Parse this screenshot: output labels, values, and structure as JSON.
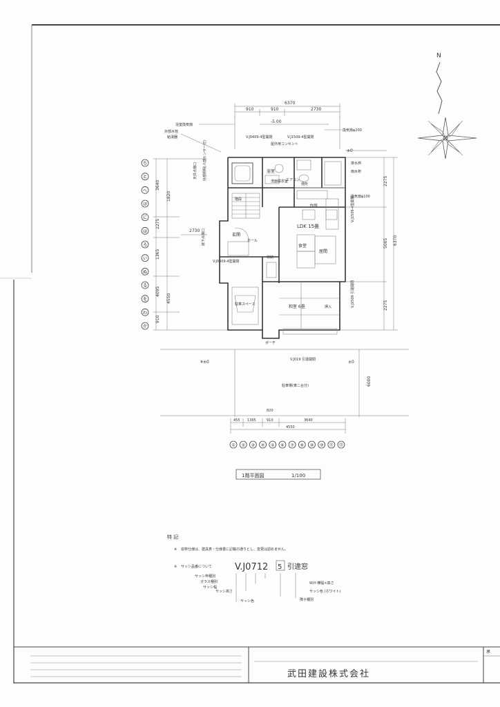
{
  "north_label": "N",
  "dims": {
    "top_total": "6370",
    "top_a": "910",
    "top_b": "910",
    "top_c": "2730",
    "top_offset": "-5.00",
    "right_a": "2275",
    "right_b": "5005",
    "right_c": "2275",
    "left_a": "3640",
    "left_b": "2275",
    "left_c": "1365",
    "left_d": "4095",
    "left_e": "1820",
    "left_f": "910",
    "left_mid": "2730",
    "left_side": "4550",
    "bottom_a": "1365",
    "bottom_b": "910",
    "bottom_c": "3640",
    "bottom_total": "4550",
    "bottom_left": "455",
    "gl_left": "¥±0",
    "gl_right": "±0",
    "gl_top": "±0",
    "yard_depth": "6000",
    "lower_mark": "820"
  },
  "plan": {
    "axis_letters": [
      "ち",
      "と",
      "へ",
      "ほ",
      "に",
      "は",
      "ろ",
      "い",
      "ぬ",
      "る",
      "を",
      "わ",
      "か"
    ],
    "axis_numbers": [
      "①",
      "②",
      "③",
      "④",
      "⑤",
      "⑥",
      "⑦",
      "⑧",
      "⑨",
      "⑩",
      "⑪",
      "⑫"
    ],
    "rooms": {
      "ldk": "LDK 15畳",
      "kitchen": "台所",
      "dining": "食堂",
      "living": "居間",
      "entrance": "玄関",
      "hall": "ホール",
      "washroom": "洗面脱衣室",
      "bath": "浴室",
      "wc": "便所",
      "storage": "収納",
      "stairs": "階段",
      "japanese": "和室 6畳",
      "garage": "駐車スペース",
      "porch": "ポーチ",
      "closet": "押入",
      "parking_note": "駐車場(車二台分)"
    },
    "window_labels": {
      "w_top_left": "V.J0409-4型開閉",
      "w_top_mid": "V.J1509-4型開閉",
      "w_mid_left": "V.J0409-4型開閉",
      "w_bottom": "V.J019 引違開閉",
      "w_right_a": "V.J1509-4型開閉",
      "w_right_b": "V.J1509 引違開閉",
      "w_bath": "浴室換気扇",
      "w_right_top": "換気扇φ200"
    },
    "callouts": {
      "c1": "外部水栓",
      "c2": "給湯器",
      "c3": "屋外用コンセント",
      "c4": "排水桝",
      "c5": "雨水枡",
      "c6": "天井点検口",
      "c7": "床下点検口",
      "c8": "外部照明(人感センサー付)",
      "c9": "エアコン",
      "c10": "換気扇φ100"
    },
    "drawing_title": "1階平面図",
    "scale": "1/100"
  },
  "notes": {
    "heading": "特 記",
    "item1_mark": "※",
    "item1": "窓枠仕様は、建具表・仕様書に記載の通りとし、変更は認めません。",
    "item2_mark": "※",
    "item2": "サッシ品番について",
    "code_main": "V.J0712",
    "code_suffix": "5",
    "code_tail": "引違窓",
    "legend": [
      "サッシ枠種別",
      "ガラス種別",
      "サッシ幅",
      "サッシ高さ",
      "サッシ色",
      "障子種別"
    ],
    "right_a": "W.H 横幅×高さ",
    "right_b": "サッシ色 (ホワイト)"
  },
  "title_block": {
    "company": "武田建設株式会社",
    "corner_label": "承"
  }
}
